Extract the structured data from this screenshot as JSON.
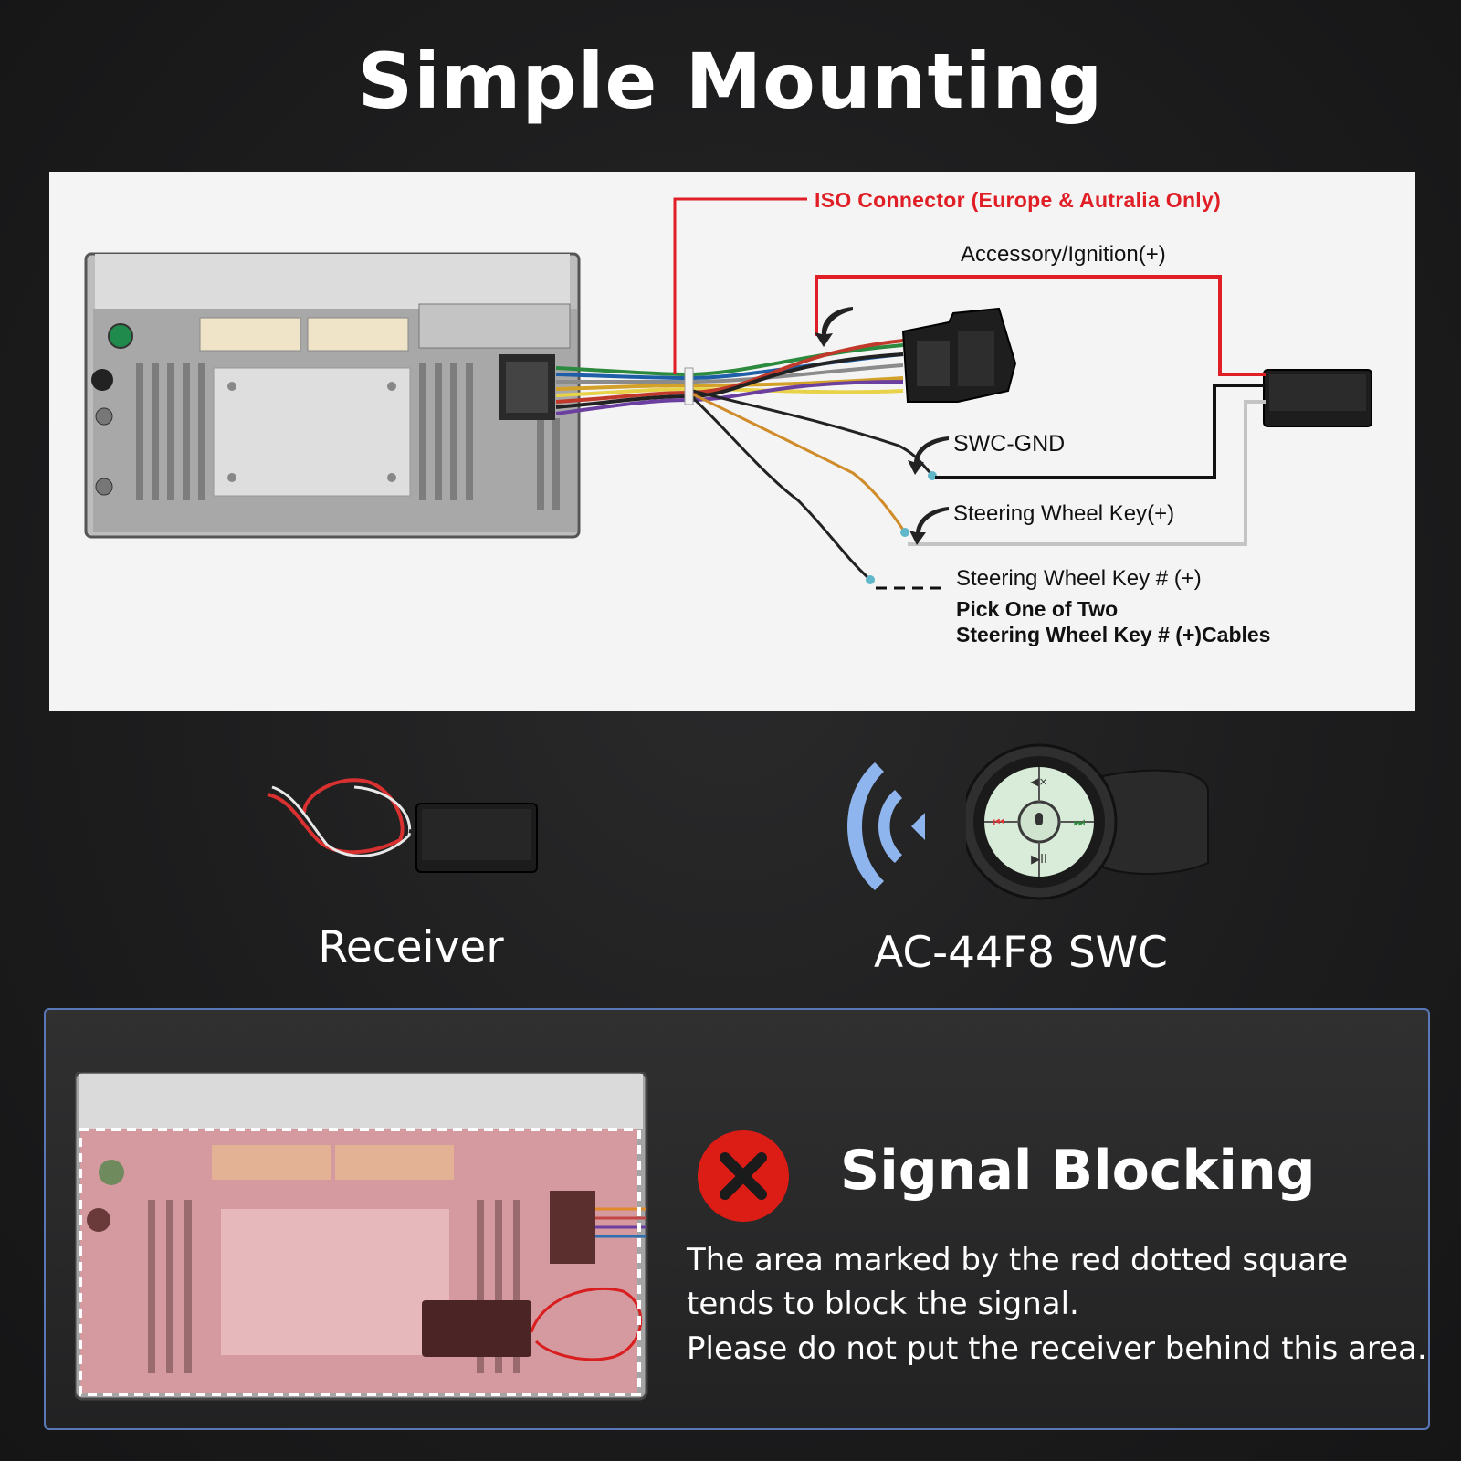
{
  "title": "Simple Mounting",
  "diagram": {
    "iso_connector": "ISO Connector (Europe & Autralia Only)",
    "accessory": "Accessory/Ignition(+)",
    "swc_gnd": "SWC-GND",
    "steering_key": "Steering Wheel Key(+)",
    "steering_key_alt": "Steering Wheel Key # (+)",
    "pick_one": "Pick One of Two",
    "pick_one_cables": "Steering Wheel Key # (+)Cables"
  },
  "products": {
    "receiver_label": "Receiver",
    "swc_label": "AC-44F8 SWC"
  },
  "signal_blocking": {
    "title": "Signal Blocking",
    "lines": [
      "The area marked by the red dotted square",
      "tends to block the signal.",
      "Please do not put the receiver behind this area."
    ]
  },
  "colors": {
    "iso_red": "#e01e26",
    "blocking_red": "#dc1d15",
    "panel_border": "#5a78b8",
    "signal_blue": "#8fb5ee"
  },
  "icons": {
    "signal": "wireless-signal-icon",
    "block": "x-circle-icon"
  }
}
